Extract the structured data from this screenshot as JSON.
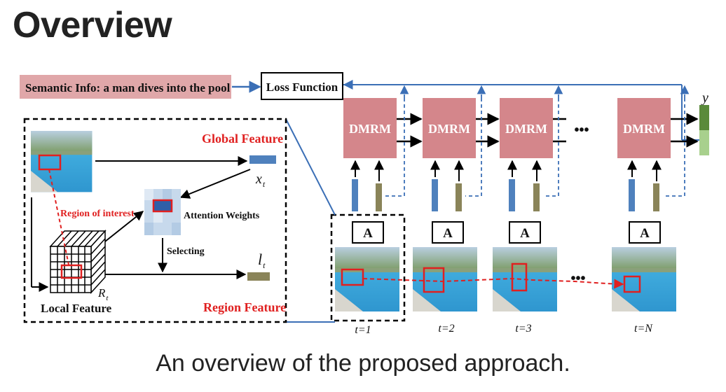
{
  "slide": {
    "title": "Overview",
    "caption": "An overview of the proposed approach."
  },
  "diagram": {
    "semantic_info": "Semantic Info: a man dives into the pool",
    "loss_function": "Loss Function",
    "dmrm_label": "DMRM",
    "ellipsis": "•••",
    "attention_label": "A",
    "output_label": "y",
    "global_feature": "Global Feature",
    "region_feature": "Region Feature",
    "local_feature": "Local Feature",
    "region_of_interest": "Region of interest",
    "attention_weights": "Attention Weights",
    "selecting": "Selecting",
    "x_label": "x",
    "x_sub": "t",
    "l_label": "l",
    "l_sub": "t",
    "r_label": "R",
    "r_sub": "t",
    "time_labels": [
      "t=1",
      "t=2",
      "t=3",
      "t=N"
    ]
  },
  "colors": {
    "dmrm_fill": "#d4868b",
    "semantic_fill": "#e0a7a9",
    "global_bar": "#4f81bd",
    "region_bar": "#8a8459",
    "accent_red": "#e02020",
    "arrow_blue": "#3b6fb6",
    "water": "#3aa6d8",
    "attn_light": "#c7d9ec"
  },
  "icons": [
    "frame-thumbnail",
    "cube-grid",
    "attention-grid"
  ]
}
